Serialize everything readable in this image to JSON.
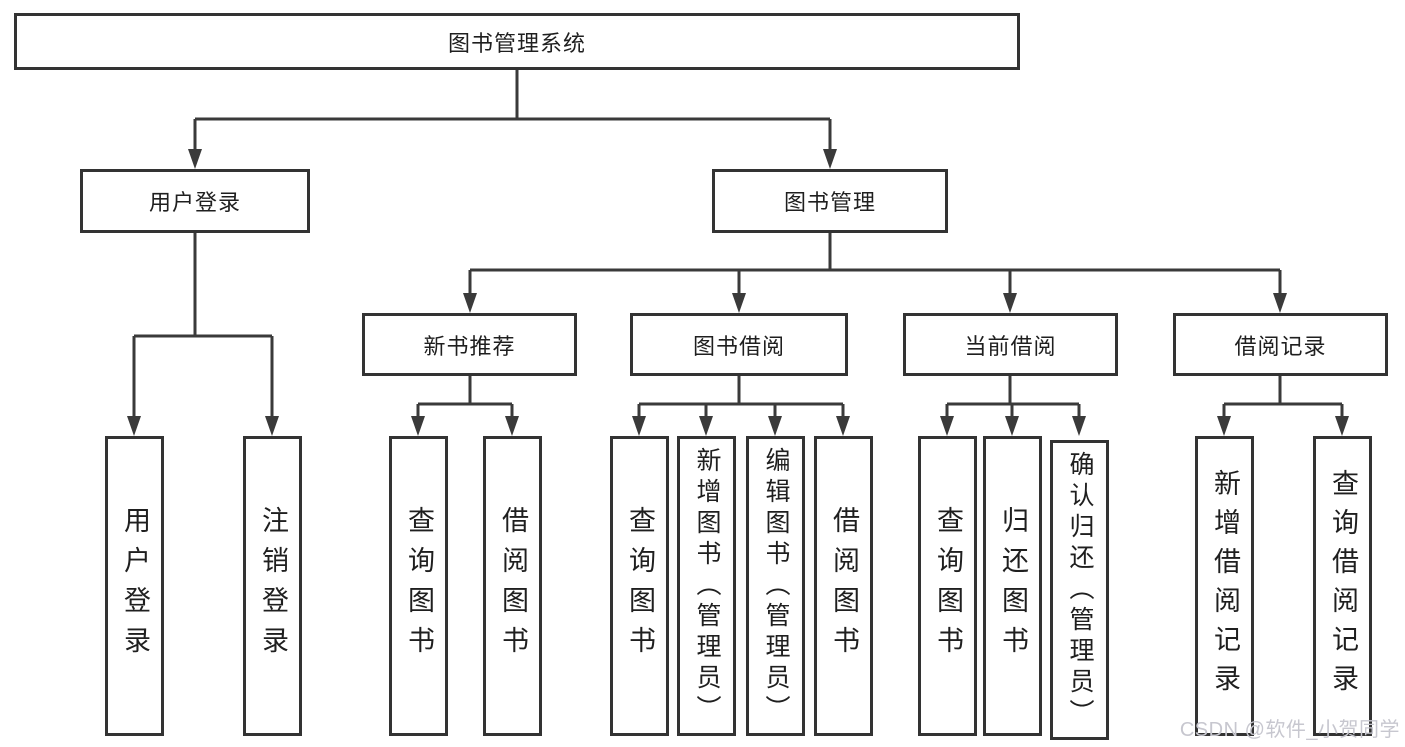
{
  "diagram": {
    "root": {
      "label": "图书管理系统"
    },
    "level2": [
      {
        "label": "用户登录"
      },
      {
        "label": "图书管理"
      }
    ],
    "level3": [
      {
        "label": "新书推荐"
      },
      {
        "label": "图书借阅"
      },
      {
        "label": "当前借阅"
      },
      {
        "label": "借阅记录"
      }
    ],
    "leaves": {
      "user_login": [
        "用户登录",
        "注销登录"
      ],
      "new_book": [
        "查询图书",
        "借阅图书"
      ],
      "book_borrow": [
        "查询图书",
        "新增图书（管理员）",
        "编辑图书（管理员）",
        "借阅图书"
      ],
      "current_borrow": [
        "查询图书",
        "归还图书",
        "确认归还（管理员）"
      ],
      "borrow_record": [
        "新增借阅记录",
        "查询借阅记录"
      ]
    }
  },
  "watermark": "CSDN @软件_小贺同学",
  "colors": {
    "line": "#3a3a3a",
    "border": "#333333",
    "text": "#1f1f1f",
    "watermark": "#c7c7cf",
    "background": "#ffffff"
  }
}
